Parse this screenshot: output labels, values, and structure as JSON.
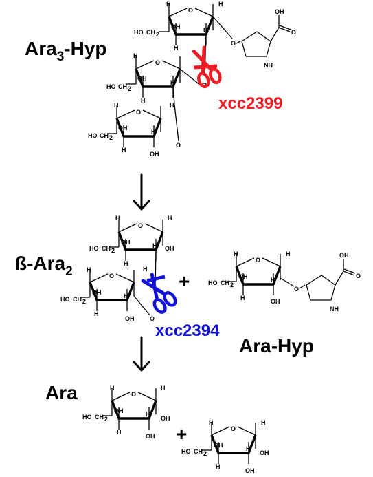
{
  "labels": {
    "ara3_hyp_main": "Ara",
    "ara3_hyp_sub": "3",
    "ara3_hyp_suffix": "-Hyp",
    "beta_ara2_main": "ß-Ara",
    "beta_ara2_sub": "2",
    "ara_hyp": "Ara-Hyp",
    "ara": "Ara",
    "plus_small": "+",
    "plus_big": "+"
  },
  "enzymes": {
    "xcc2399": {
      "name": "xcc2399",
      "color": "#ee1c25"
    },
    "xcc2394": {
      "name": "xcc2394",
      "color": "#1212d6"
    }
  },
  "atoms": {
    "H": "H",
    "OH": "OH",
    "O": "O",
    "HO": "HO",
    "NH": "NH",
    "HOCH2_a": "HO",
    "HOCH2_b": "CH",
    "HOCH2_c": "2"
  }
}
